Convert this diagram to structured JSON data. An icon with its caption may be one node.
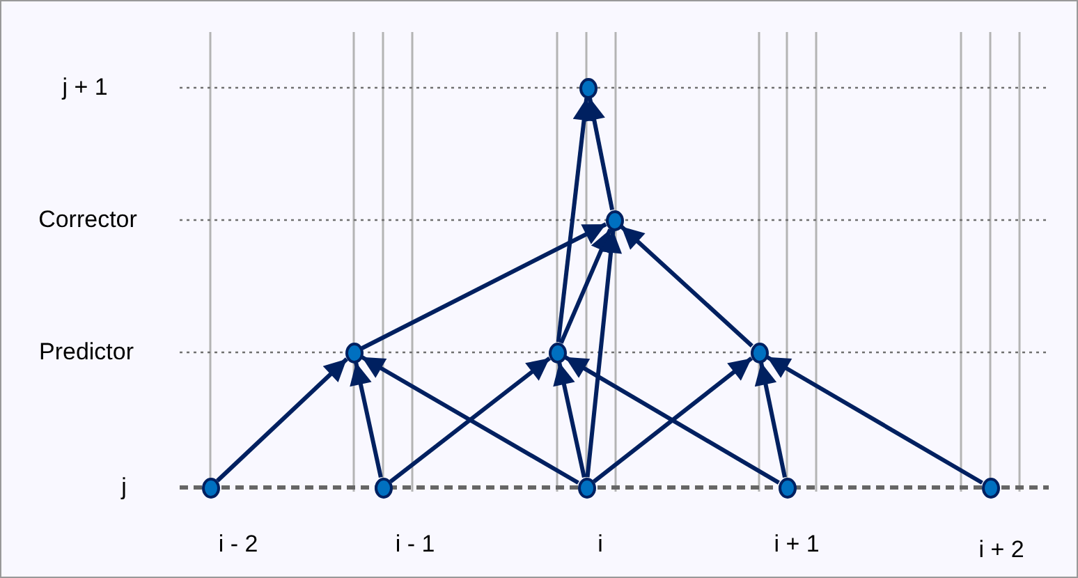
{
  "diagram": {
    "nodes": [
      {
        "text": [],
        "shape": "circle"
      },
      {
        "text": [],
        "shape": "circle"
      },
      {
        "text": [],
        "shape": "circle"
      },
      {
        "text": [],
        "shape": "circle"
      },
      {
        "text": [],
        "shape": "circle"
      },
      {
        "text": [],
        "shape": "circle"
      },
      {
        "text": [],
        "shape": "circle"
      },
      {
        "text": [],
        "shape": "circle"
      },
      {
        "text": [],
        "shape": "circle"
      },
      {
        "text": [],
        "shape": "circle"
      }
    ],
    "edges": [
      {
        "from": 5,
        "to": 2,
        "arrow": "to"
      },
      {
        "from": 6,
        "to": 2,
        "arrow": "to"
      },
      {
        "from": 7,
        "to": 2,
        "arrow": "to"
      },
      {
        "from": 6,
        "to": 3,
        "arrow": "to"
      },
      {
        "from": 7,
        "to": 3,
        "arrow": "to"
      },
      {
        "from": 8,
        "to": 3,
        "arrow": "to"
      },
      {
        "from": 7,
        "to": 4,
        "arrow": "to"
      },
      {
        "from": 8,
        "to": 4,
        "arrow": "to"
      },
      {
        "from": 9,
        "to": 4,
        "arrow": "to"
      },
      {
        "from": 2,
        "to": 1,
        "arrow": "to"
      },
      {
        "from": 3,
        "to": 1,
        "arrow": "to"
      },
      {
        "from": 7,
        "to": 1,
        "arrow": "to"
      },
      {
        "from": 4,
        "to": 1,
        "arrow": "to"
      },
      {
        "from": 3,
        "to": 0,
        "arrow": "to"
      },
      {
        "from": 1,
        "to": 0,
        "arrow": "to"
      }
    ],
    "labels": [
      "j + 1",
      "Corrector",
      "Predictor",
      "j",
      "i - 2",
      "i - 1",
      "i",
      "i + 1",
      "i + 2"
    ]
  }
}
